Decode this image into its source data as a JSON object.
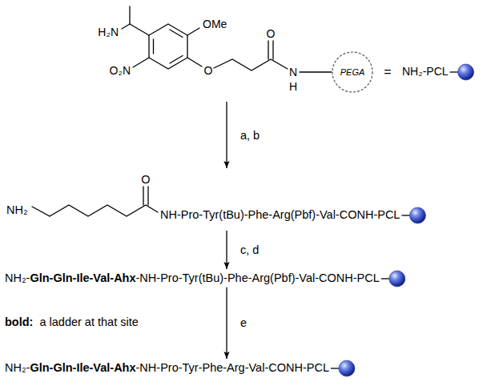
{
  "diagram": {
    "nodes": [
      {
        "text": [
          "H₂N",
          "OMe",
          "O₂N",
          "O",
          "O",
          "N",
          "H"
        ]
      },
      {
        "text": [
          "PEGA"
        ],
        "in": 0
      },
      {
        "text": [
          "NH₂-PCL"
        ]
      },
      {
        "text": [
          "NH₂",
          "O",
          "NH-Pro-Tyr(tBu)-Phe-Arg(Pbf)-Val-CONH-PCL"
        ]
      },
      {
        "text": [
          "NH₂-",
          "Gln-Gln-Ile-Val-Ahx",
          "-NH-Pro-Tyr(tBu)-Phe-Arg(Pbf)-Val-CONH-PCL"
        ]
      },
      {
        "text": [
          "NH₂-",
          "Gln-Gln-Ile-Val-Ahx",
          "-NH-Pro-Tyr-Phe-Arg-Val-CONH-PCL"
        ]
      }
    ],
    "edges": [
      {
        "from": 0,
        "to": 3,
        "label": "a, b",
        "arrow": "to"
      },
      {
        "from": 3,
        "to": 4,
        "label": "c, d",
        "arrow": "to"
      },
      {
        "from": 4,
        "to": 5,
        "label": "e",
        "arrow": "to"
      }
    ],
    "labels": [
      "=",
      "bold:",
      "a ladder at that site"
    ]
  }
}
